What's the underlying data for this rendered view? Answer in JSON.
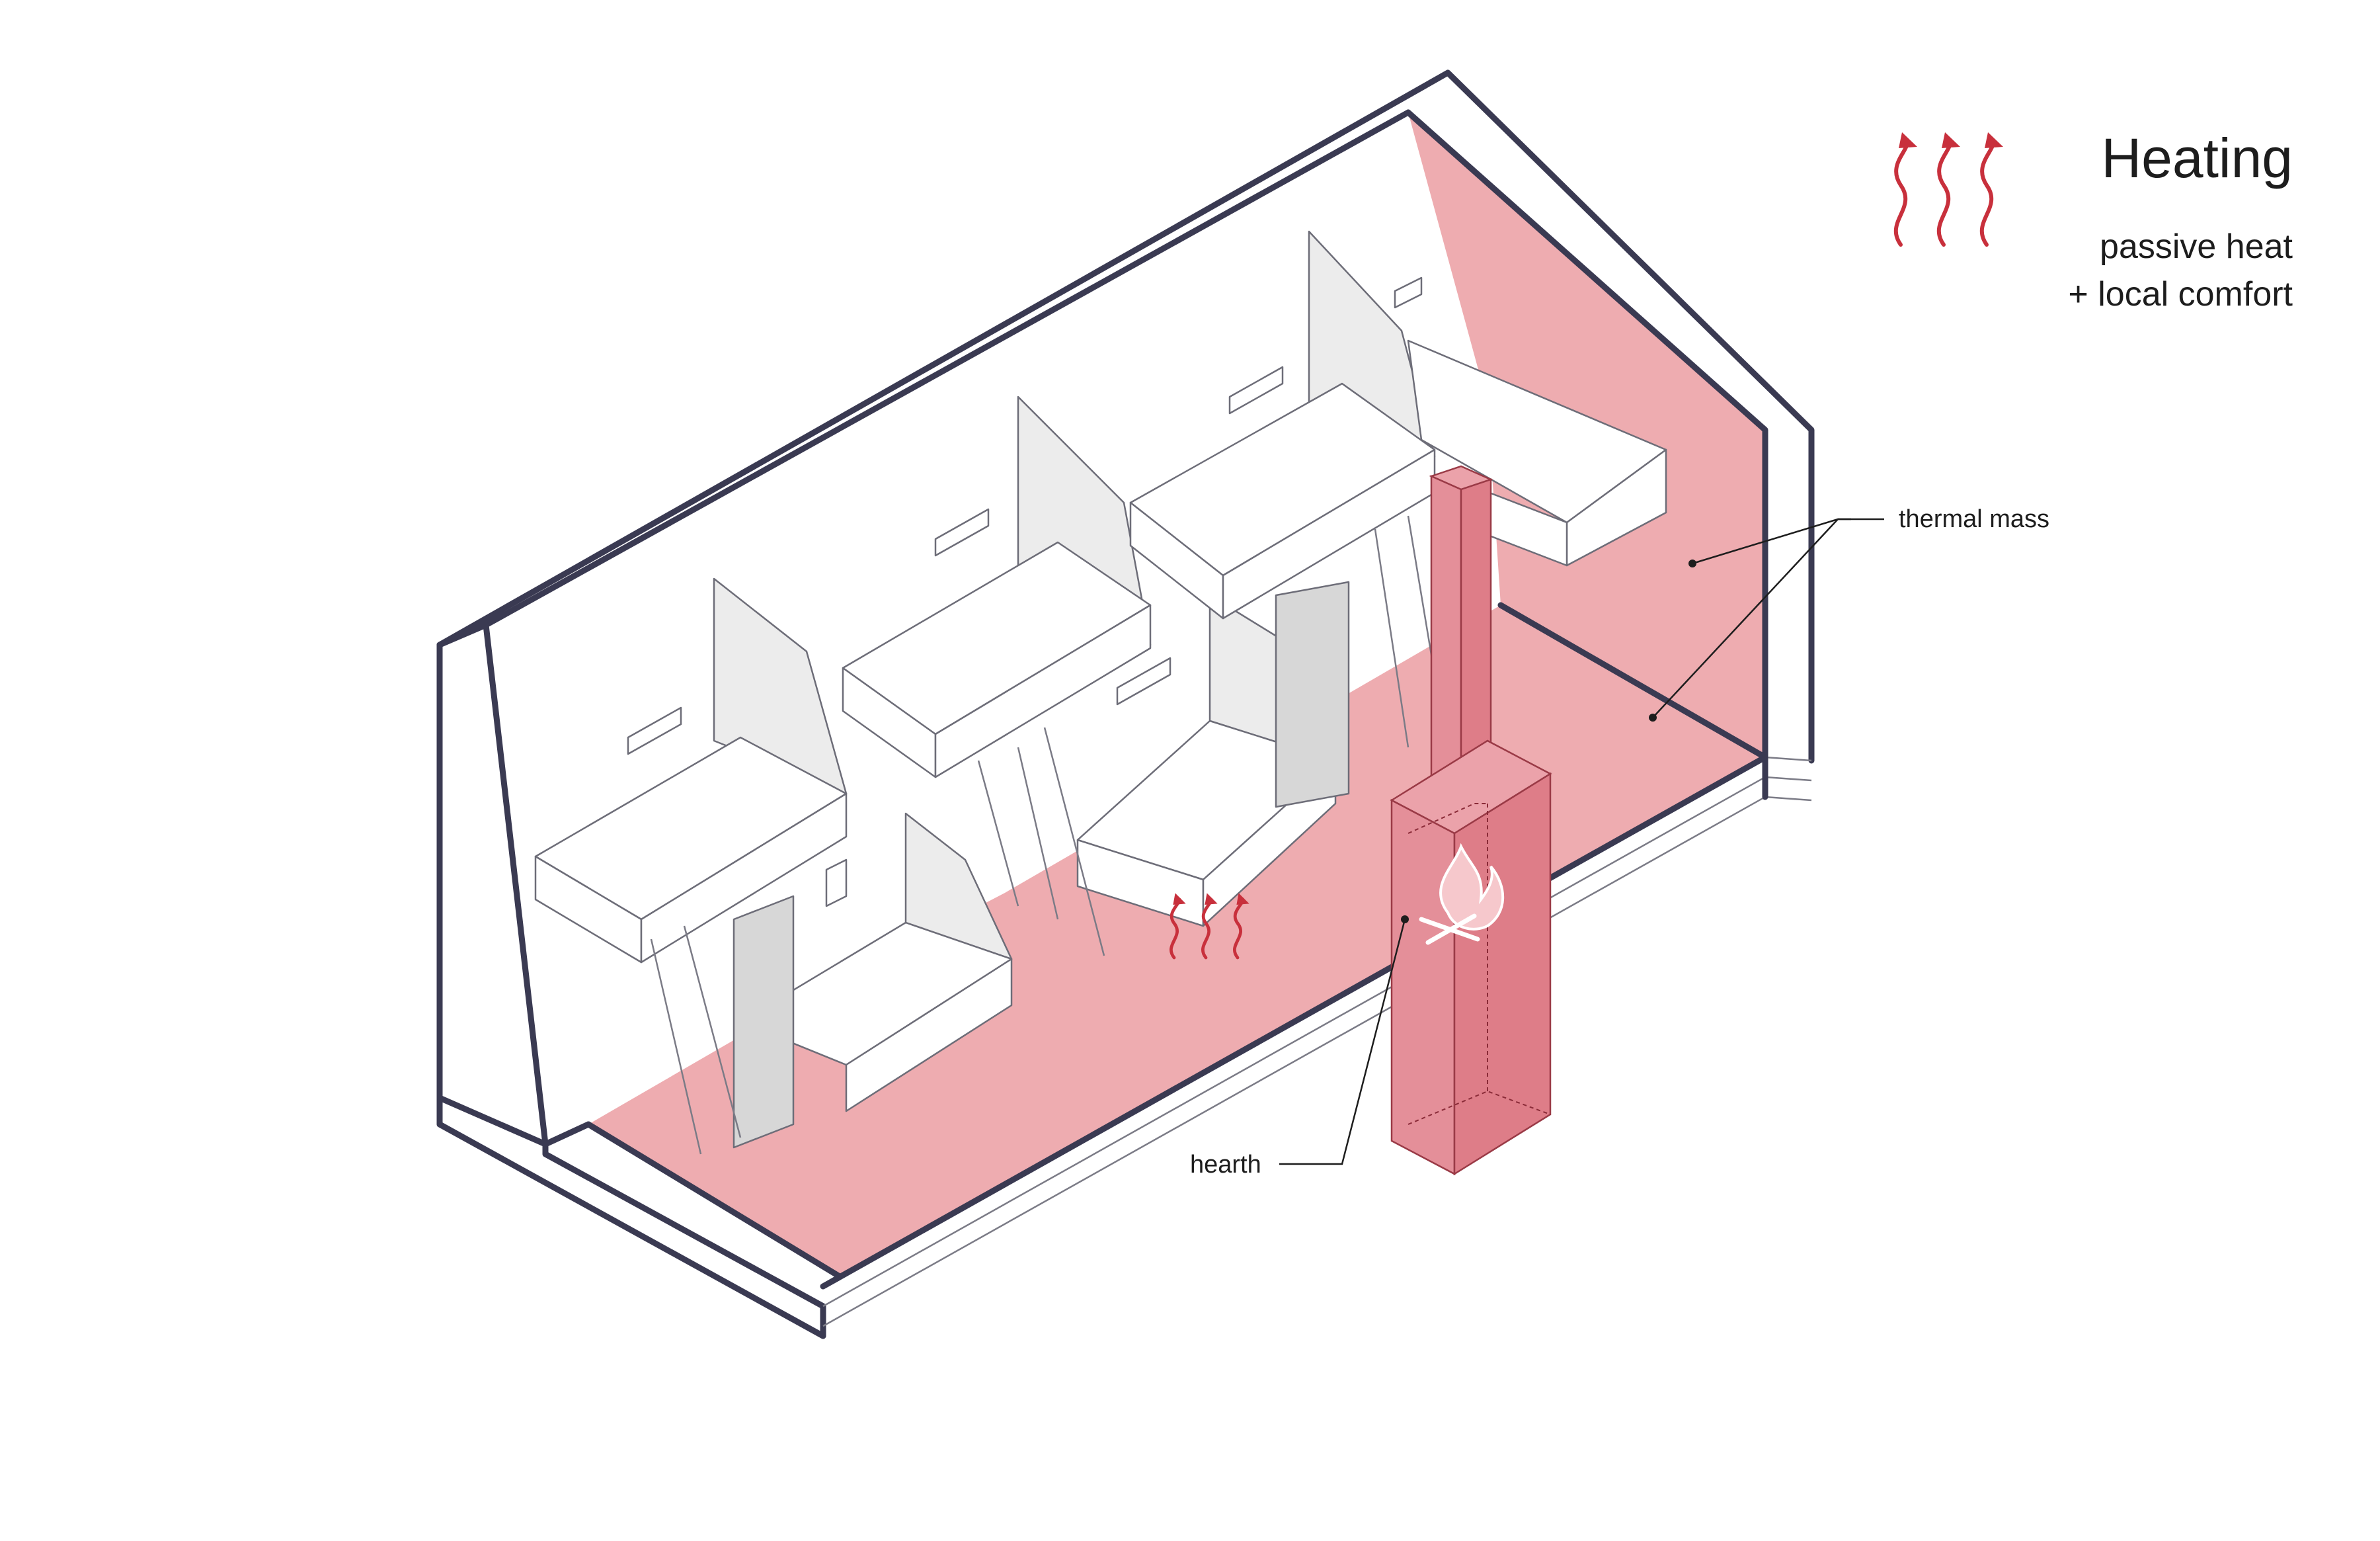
{
  "title": "Heating",
  "subtitle_line1": "passive heat",
  "subtitle_line2": "+ local comfort",
  "labels": {
    "thermal_mass": "thermal mass",
    "hearth": "hearth"
  },
  "icons": {
    "legend": "heat-waves-icon",
    "floor": "heat-waves-icon",
    "hearth": "fire-icon"
  },
  "colors": {
    "outline": "#3a3a52",
    "thermal_mass": "#eeacb0",
    "hearth": "#e48f99",
    "heat": "#c8303c"
  }
}
